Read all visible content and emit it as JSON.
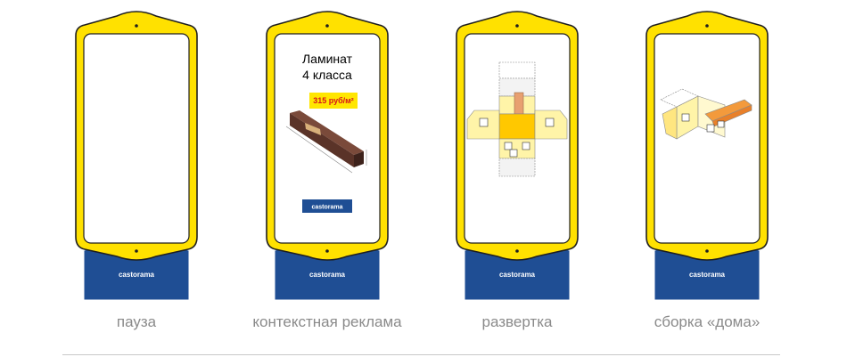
{
  "colors": {
    "frame": "#ffe100",
    "frame_stroke": "#1f1f1f",
    "base": "#1f4e94",
    "logo_text": "#ffffff"
  },
  "brand": "castorama",
  "panels": [
    {
      "caption": "пауза"
    },
    {
      "caption": "контекстная реклама"
    },
    {
      "caption": "развертка"
    },
    {
      "caption": "сборка «дома»"
    }
  ],
  "ad": {
    "title_line1": "Ламинат",
    "title_line2": "4 класса",
    "price": "315 руб/м²"
  }
}
